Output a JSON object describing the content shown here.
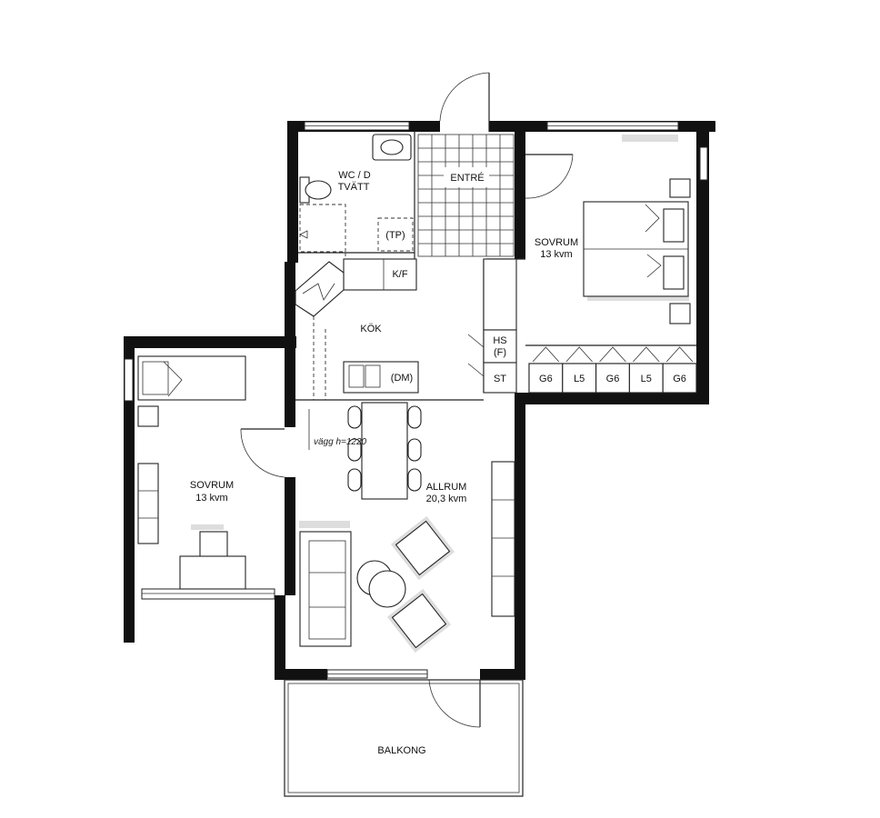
{
  "rooms": {
    "wc": {
      "name": "WC / D",
      "name2": "TVÄTT"
    },
    "entre": {
      "name": "ENTRÉ"
    },
    "bedroom_right": {
      "name": "SOVRUM",
      "area": "13 kvm"
    },
    "kok": {
      "name": "KÖK"
    },
    "bedroom_left": {
      "name": "SOVRUM",
      "area": "13 kvm"
    },
    "allrum": {
      "name": "ALLRUM",
      "area": "20,3 kvm"
    },
    "balkong": {
      "name": "BALKONG"
    }
  },
  "fixtures": {
    "tp": "(TP)",
    "kf": "K/F",
    "hs": "HS",
    "hs_f": "(F)",
    "st": "ST",
    "dm": "(DM)"
  },
  "wardrobes": [
    "G6",
    "L5",
    "G6",
    "L5",
    "G6"
  ],
  "notes": {
    "wall_height": "vägg h=1220"
  }
}
